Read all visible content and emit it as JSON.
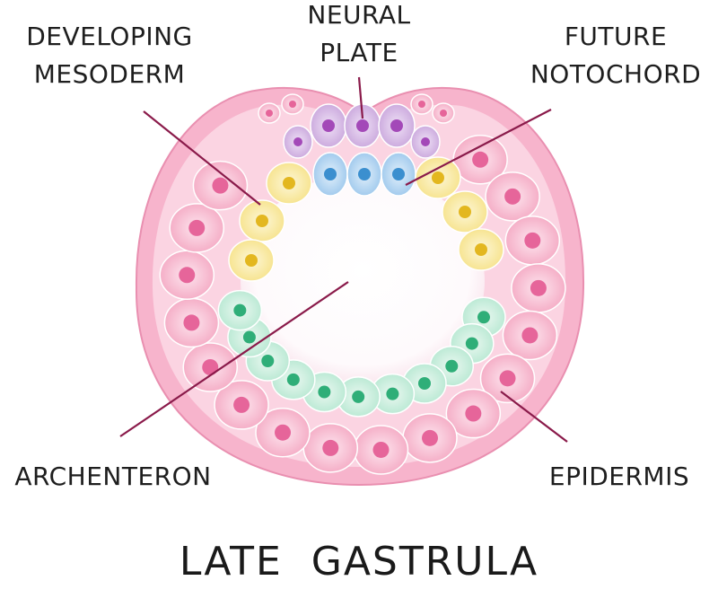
{
  "title": "LATE  GASTRULA",
  "labels": {
    "developing_mesoderm": [
      "DEVELOPING",
      "MESODERM"
    ],
    "neural_plate": [
      "NEURAL",
      "PLATE"
    ],
    "future_notochord": [
      "FUTURE",
      "NOTOCHORD"
    ],
    "archenteron": "ARCHENTERON",
    "epidermis": "EPIDERMIS"
  },
  "colors": {
    "epidermis": "#f4a9c3",
    "epidermis_nucleus": "#e6659a",
    "neural_plate": "#c9a6dc",
    "neural_plate_nucleus": "#a349b8",
    "notochord": "#9cc7ec",
    "notochord_nucleus": "#3b8fcf",
    "mesoderm": "#f6e28a",
    "mesoderm_nucleus": "#e3b71f",
    "endoderm": "#b7e8d2",
    "endoderm_nucleus": "#2fae78",
    "leader_line": "#8a1a4a"
  }
}
